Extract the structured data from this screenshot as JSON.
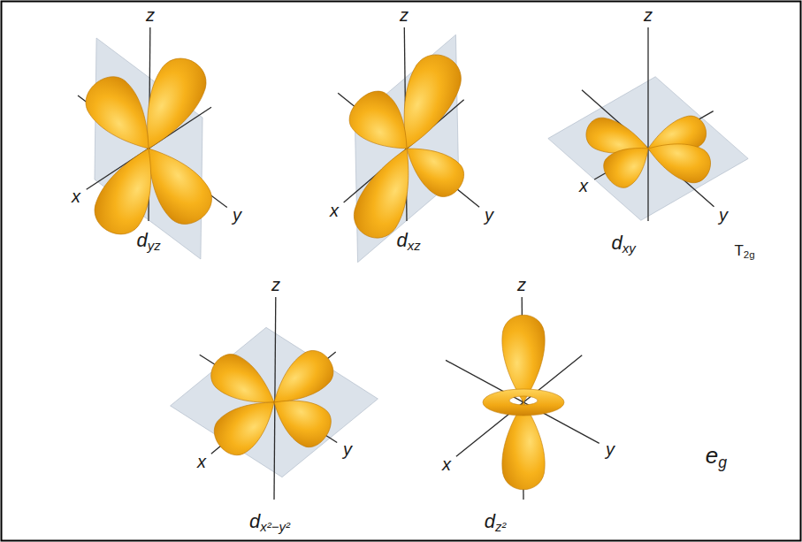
{
  "diagram": {
    "labels": [
      "z",
      "y",
      "x",
      "dyz",
      "z",
      "y",
      "x",
      "dxz",
      "z",
      "y",
      "x",
      "dxy",
      "T2g",
      "z",
      "y",
      "x",
      "dx²−y²",
      "z",
      "y",
      "x",
      "dz²",
      "eg"
    ]
  }
}
